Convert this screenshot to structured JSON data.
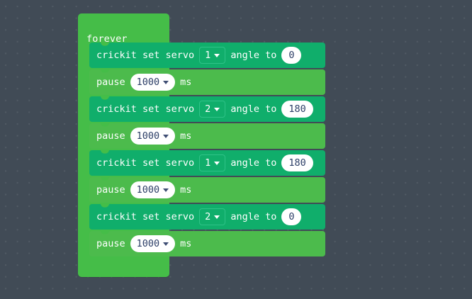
{
  "workspace": {
    "background_color": "#414B56",
    "grid_dot_color": "rgba(255,255,255,0.085)"
  },
  "colors": {
    "forever_block": "#45BD48",
    "pause_block": "#4CBB4C",
    "crickit_block": "#10AE6B",
    "field_white": "#FFFFFF",
    "field_text": "#2C3E67",
    "dropdown_border": "#30C288"
  },
  "program": {
    "forever": {
      "label": "forever",
      "statements": [
        {
          "kind": "crickit-set-servo",
          "label_before": "crickit set servo",
          "servo": "1",
          "label_middle": "angle to",
          "angle": "0"
        },
        {
          "kind": "pause",
          "label_before": "pause",
          "duration": "1000",
          "label_after": "ms"
        },
        {
          "kind": "crickit-set-servo",
          "label_before": "crickit set servo",
          "servo": "2",
          "label_middle": "angle to",
          "angle": "180"
        },
        {
          "kind": "pause",
          "label_before": "pause",
          "duration": "1000",
          "label_after": "ms"
        },
        {
          "kind": "crickit-set-servo",
          "label_before": "crickit set servo",
          "servo": "1",
          "label_middle": "angle to",
          "angle": "180"
        },
        {
          "kind": "pause",
          "label_before": "pause",
          "duration": "1000",
          "label_after": "ms"
        },
        {
          "kind": "crickit-set-servo",
          "label_before": "crickit set servo",
          "servo": "2",
          "label_middle": "angle to",
          "angle": "0"
        },
        {
          "kind": "pause",
          "label_before": "pause",
          "duration": "1000",
          "label_after": "ms"
        }
      ]
    }
  },
  "icons": {
    "dropdown_arrow": "chevron-down-icon"
  }
}
